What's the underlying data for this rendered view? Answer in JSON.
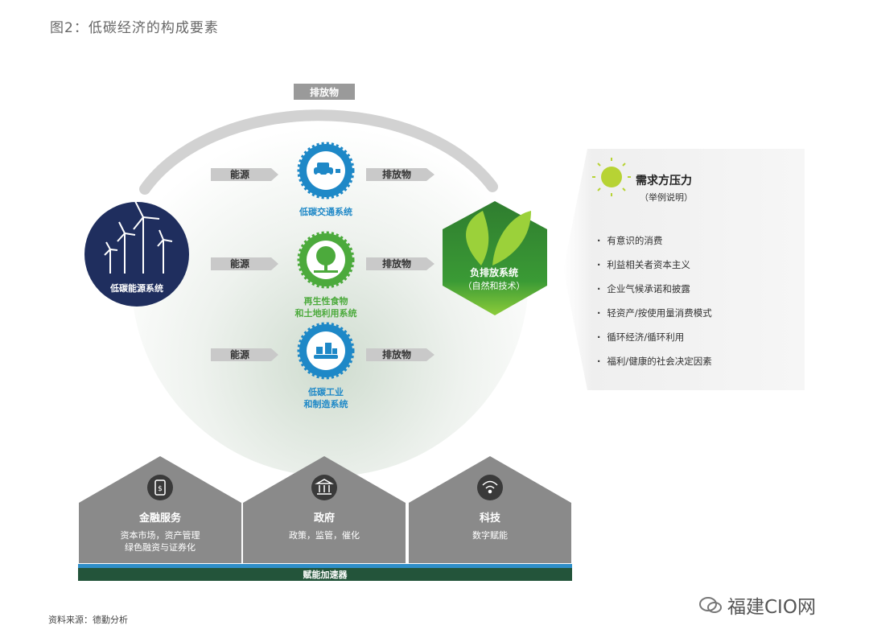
{
  "title": "图2：低碳经济的构成要素",
  "emissions_top": "排放物",
  "rows": [
    {
      "input": "能源",
      "output": "排放物",
      "system_lines": [
        "低碳交通系统"
      ],
      "color": "blue"
    },
    {
      "input": "能源",
      "output": "排放物",
      "system_lines": [
        "再生性食物",
        "和土地利用系统"
      ],
      "color": "green"
    },
    {
      "input": "能源",
      "output": "排放物",
      "system_lines": [
        "低碳工业",
        "和制造系统"
      ],
      "color": "blue"
    }
  ],
  "energy_system": "低碳能源系统",
  "negative_system": {
    "title": "负排放系统",
    "subtitle": "（自然和技术）"
  },
  "demand": {
    "title": "需求方压力",
    "subtitle": "（举例说明）",
    "items": [
      "有意识的消费",
      "利益相关者资本主义",
      "企业气候承诺和披露",
      "轻资产/按使用量消费模式",
      "循环经济/循环利用",
      "福利/健康的社会决定因素"
    ]
  },
  "enablers": [
    {
      "title": "金融服务",
      "lines": [
        "资本市场，资产管理",
        "绿色融资与证券化"
      ],
      "icon": "dollar-phone-icon"
    },
    {
      "title": "政府",
      "lines": [
        "政策，监管，催化"
      ],
      "icon": "government-building-icon"
    },
    {
      "title": "科技",
      "lines": [
        "数字赋能"
      ],
      "icon": "wifi-icon"
    }
  ],
  "accelerator": "赋能加速器",
  "source": "资料来源：德勤分析",
  "watermark": "福建CIO网",
  "colors": {
    "navy": "#1f2e5e",
    "green_dark": "#2d7a2f",
    "blue": "#1e88c7",
    "green": "#4caa3c",
    "gray": "#8a8a8a",
    "accel_green": "#23543a",
    "accel_blue": "#2f8fc9"
  }
}
